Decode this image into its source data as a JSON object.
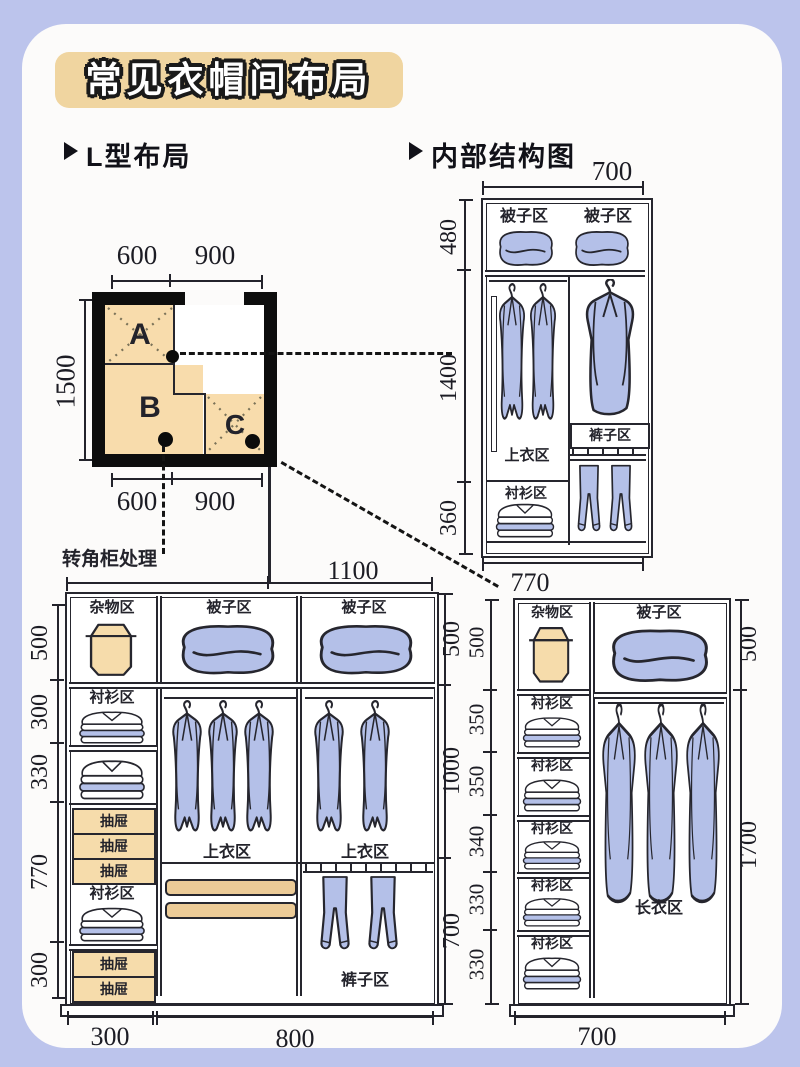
{
  "title": "常见衣帽间布局",
  "headings": {
    "l_layout": "L型布局",
    "structure": "内部结构图",
    "corner": "转角柜处理"
  },
  "labels": {
    "quilt_zone": "被子区",
    "misc_zone": "杂物区",
    "shirt_zone": "衬衫区",
    "tops_zone": "上衣区",
    "pants_zone": "裤子区",
    "long_zone": "长衣区",
    "drawer": "抽屉"
  },
  "plan": {
    "cells": [
      "A",
      "B",
      "C"
    ],
    "top_dims": [
      "600",
      "900"
    ],
    "left_dim": "1500",
    "bottom_dims": [
      "600",
      "900"
    ]
  },
  "structure_wardrobe": {
    "top_dim": "700",
    "left_dims": [
      "480",
      "1400",
      "360"
    ],
    "bottom_dim": "770"
  },
  "corner_wardrobe": {
    "top_dim": "1100",
    "left_dims": [
      "500",
      "300",
      "330",
      "770",
      "300"
    ],
    "right_dims": [
      "500",
      "1000",
      "700"
    ],
    "bottom_dims": [
      "300",
      "800"
    ]
  },
  "tall_wardrobe": {
    "left_dims": [
      "500",
      "350",
      "350",
      "340",
      "330",
      "330"
    ],
    "right_dims": [
      "500",
      "1700"
    ],
    "bottom_dim": "700"
  },
  "colors": {
    "background": "#bcc4ec",
    "card": "#fcfbfa",
    "badge": "#f0d5a0",
    "cabinet_fill": "#f8dcac",
    "cloth_fill": "#b4c0e8",
    "line": "#26262e"
  }
}
